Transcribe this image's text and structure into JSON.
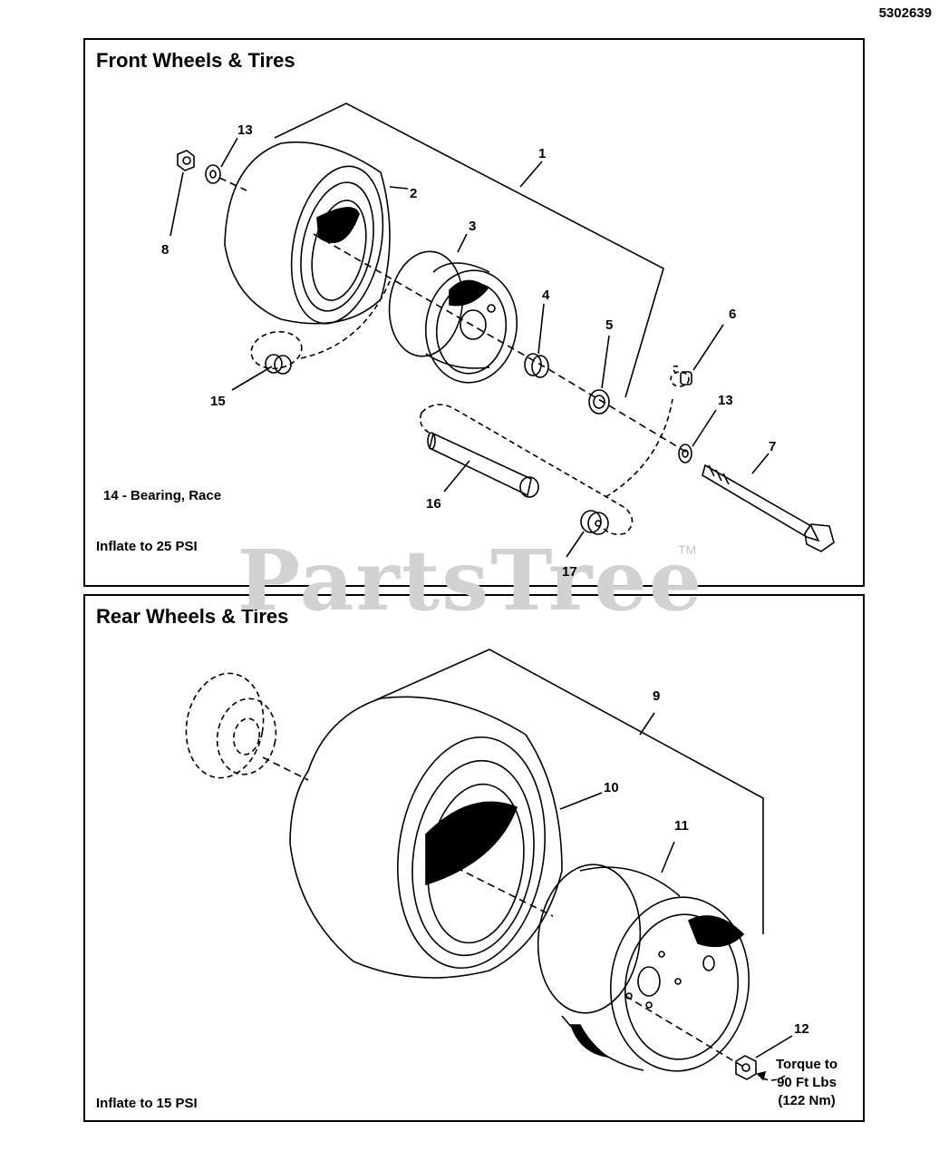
{
  "document_number": "5302639",
  "watermark": {
    "text": "PartsTree",
    "tm": "TM"
  },
  "front": {
    "title": "Front Wheels & Tires",
    "note_bearing": "14 - Bearing, Race",
    "inflate": "Inflate to 25 PSI",
    "callouts": [
      "1",
      "2",
      "3",
      "4",
      "5",
      "6",
      "7",
      "8",
      "13",
      "13",
      "15",
      "16",
      "17"
    ]
  },
  "rear": {
    "title": "Rear Wheels & Tires",
    "inflate": "Inflate to 15 PSI",
    "torque": [
      "Torque to",
      "90 Ft Lbs",
      "(122 Nm)"
    ],
    "callouts": [
      "9",
      "10",
      "11",
      "12"
    ]
  }
}
